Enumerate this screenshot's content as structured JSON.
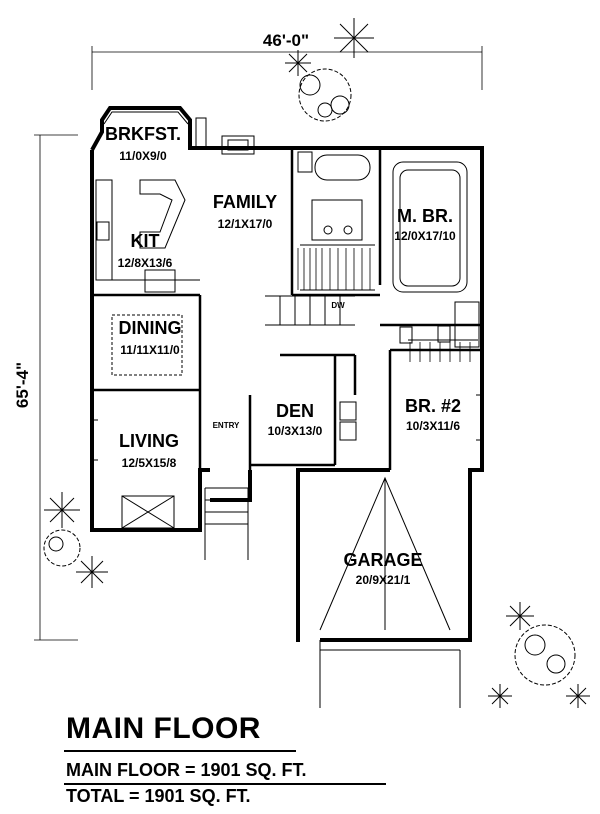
{
  "dimensions": {
    "width": "46'-0\"",
    "depth": "65'-4\""
  },
  "rooms": {
    "brkfst": {
      "name": "BRKFST.",
      "size": "11/0X9/0"
    },
    "kit": {
      "name": "KIT",
      "size": "12/8X13/6"
    },
    "family": {
      "name": "FAMILY",
      "size": "12/1X17/0"
    },
    "mbr": {
      "name": "M. BR.",
      "size": "12/0X17/10"
    },
    "dining": {
      "name": "DINING",
      "size": "11/11X11/0"
    },
    "living": {
      "name": "LIVING",
      "size": "12/5X15/8"
    },
    "den": {
      "name": "DEN",
      "size": "10/3X13/0"
    },
    "br2": {
      "name": "BR. #2",
      "size": "10/3X11/6"
    },
    "garage": {
      "name": "GARAGE",
      "size": "20/9X21/1"
    }
  },
  "labels": {
    "entry": "ENTRY",
    "dw": "DW"
  },
  "footer": {
    "title": "MAIN FLOOR",
    "main_floor_area": "MAIN FLOOR = 1901 SQ. FT.",
    "total_area": "TOTAL = 1901 SQ. FT."
  }
}
